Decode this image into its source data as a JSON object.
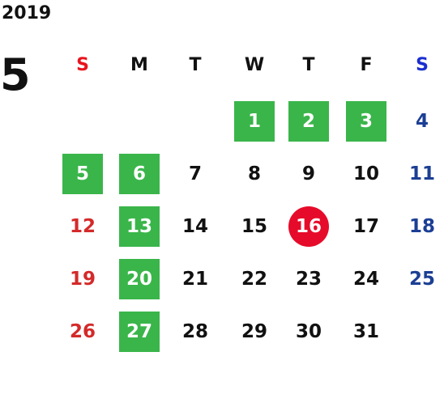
{
  "year": "2019",
  "month": "5",
  "weekdays": [
    {
      "label": "S",
      "color": "#e8141e"
    },
    {
      "label": "M",
      "color": "#111111"
    },
    {
      "label": "T",
      "color": "#111111"
    },
    {
      "label": "W",
      "color": "#111111"
    },
    {
      "label": "T",
      "color": "#111111"
    },
    {
      "label": "F",
      "color": "#111111"
    },
    {
      "label": "S",
      "color": "#1a2ed1"
    }
  ],
  "first_weekday_index": 3,
  "days_in_month": 31,
  "holidays": [
    1,
    2,
    3,
    5,
    6,
    13,
    20,
    27
  ],
  "today": 16,
  "colors": {
    "holiday_bg": "#3ab54a",
    "today_bg": "#e60b2a",
    "sunday_text": "#d42a2a",
    "saturday_text": "#1c3f94"
  }
}
